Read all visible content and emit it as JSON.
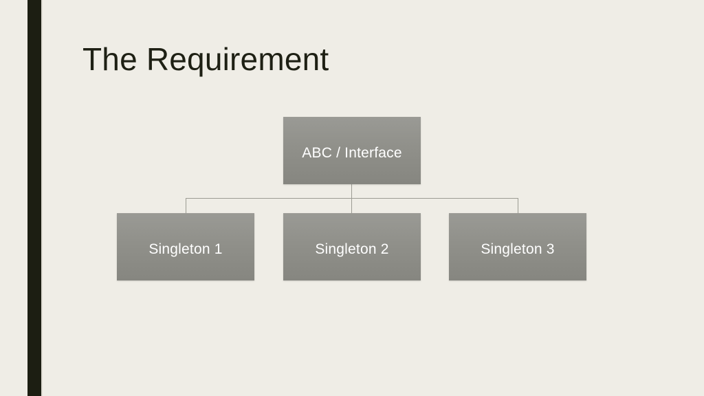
{
  "slide": {
    "title": "The Requirement",
    "background_color": "#EFEDE6",
    "title_color": "#1E2014",
    "accent_bar_color": "#1C1E12"
  },
  "diagram": {
    "type": "hierarchy",
    "node_fill_top": "#9A9A95",
    "node_fill_bottom": "#868680",
    "node_text_color": "#FFFFFF",
    "connector_color": "#9B9B92",
    "root": {
      "label": "ABC / Interface"
    },
    "children": [
      {
        "label": "Singleton 1"
      },
      {
        "label": "Singleton 2"
      },
      {
        "label": "Singleton 3"
      }
    ]
  }
}
